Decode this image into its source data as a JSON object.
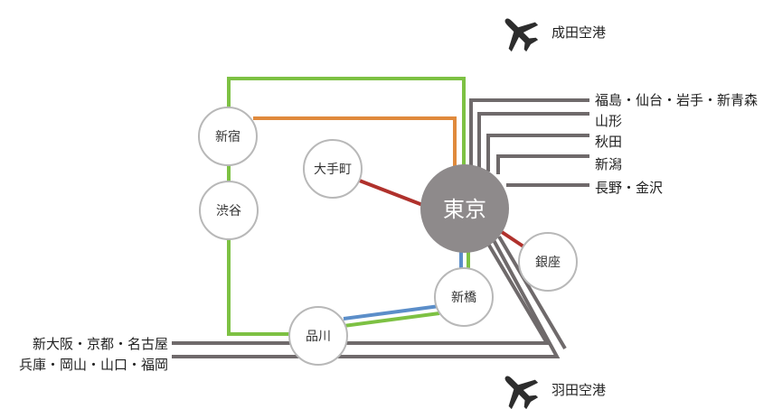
{
  "colors": {
    "background": "#ffffff",
    "green_line": "#7dc143",
    "orange_line": "#e08a3c",
    "red_line": "#b0312c",
    "blue_line": "#5b8ec9",
    "gray_line": "#6f6a6b",
    "hub_fill": "#8e8a8b",
    "station_border": "#b8b8b8",
    "icon": "#2d2d2d"
  },
  "airports": {
    "narita": {
      "label": "成田空港",
      "icon": "airplane-icon"
    },
    "haneda": {
      "label": "羽田空港",
      "icon": "airplane-icon"
    }
  },
  "hub": {
    "label": "東京"
  },
  "stations": {
    "shinjuku": "新宿",
    "shibuya": "渋谷",
    "otemachi": "大手町",
    "ginza": "銀座",
    "shimbashi": "新橋",
    "shinagawa": "品川"
  },
  "destinations": {
    "d1": "福島・仙台・岩手・新青森",
    "d2": "山形",
    "d3": "秋田",
    "d4": "新潟",
    "d5": "長野・金沢",
    "west1": "新大阪・京都・名古屋",
    "west2": "兵庫・岡山・山口・福岡"
  }
}
